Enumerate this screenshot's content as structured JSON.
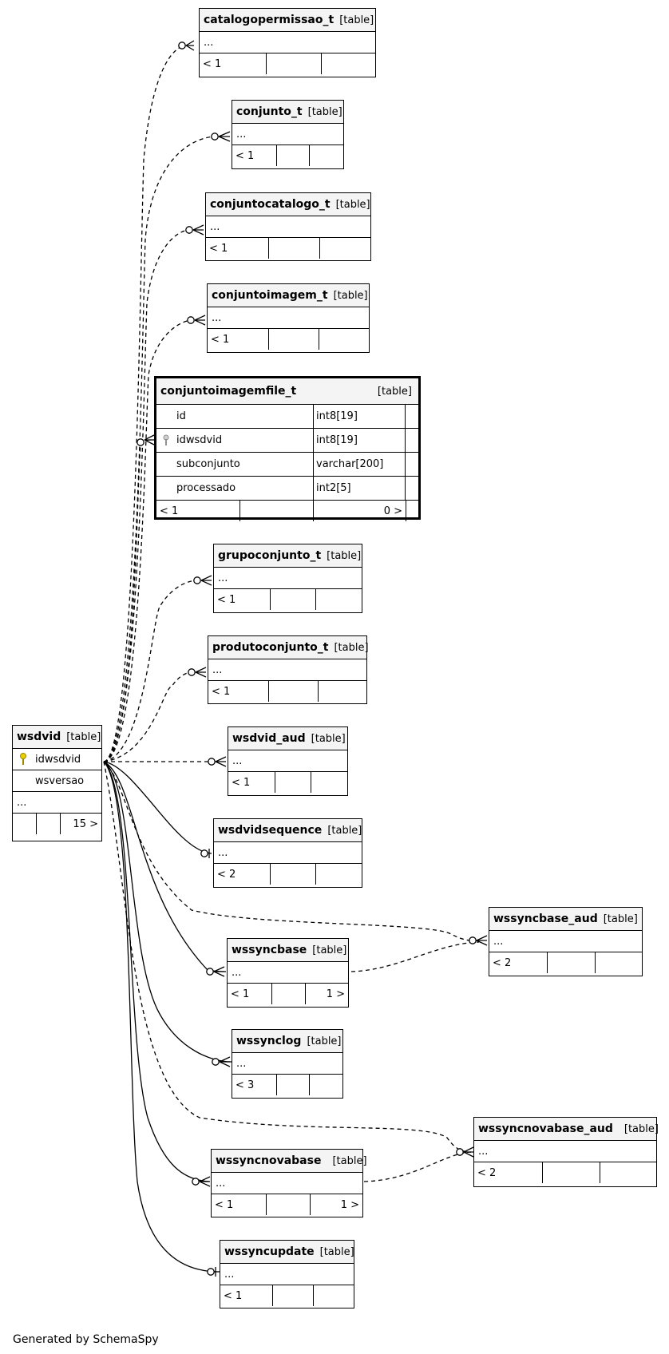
{
  "caption": "Generated by SchemaSpy",
  "kind_label": "[table]",
  "ellipsis": "...",
  "main_table": {
    "name": "wsdvid",
    "pk_column": "idwsdvid",
    "column": "wsversao",
    "more": "...",
    "children": "15 >"
  },
  "focus_table": {
    "name": "conjuntoimagemfile_t",
    "columns": [
      {
        "name": "id",
        "type": "int8[19]"
      },
      {
        "name": "idwsdvid",
        "type": "int8[19]"
      },
      {
        "name": "subconjunto",
        "type": "varchar[200]"
      },
      {
        "name": "processado",
        "type": "int2[5]"
      }
    ],
    "parents": "< 1",
    "children": "0 >"
  },
  "tables": [
    {
      "name": "catalogopermissao_t",
      "parents": "< 1",
      "children": ""
    },
    {
      "name": "conjunto_t",
      "parents": "< 1",
      "children": ""
    },
    {
      "name": "conjuntocatalogo_t",
      "parents": "< 1",
      "children": ""
    },
    {
      "name": "conjuntoimagem_t",
      "parents": "< 1",
      "children": ""
    },
    {
      "name": "grupoconjunto_t",
      "parents": "< 1",
      "children": ""
    },
    {
      "name": "produtoconjunto_t",
      "parents": "< 1",
      "children": ""
    },
    {
      "name": "wsdvid_aud",
      "parents": "< 1",
      "children": ""
    },
    {
      "name": "wsdvidsequence",
      "parents": "< 2",
      "children": ""
    },
    {
      "name": "wssyncbase_aud",
      "parents": "< 2",
      "children": ""
    },
    {
      "name": "wssyncbase",
      "parents": "< 1",
      "children": "1 >"
    },
    {
      "name": "wssynclog",
      "parents": "< 3",
      "children": ""
    },
    {
      "name": "wssyncnovabase_aud",
      "parents": "< 2",
      "children": ""
    },
    {
      "name": "wssyncnovabase",
      "parents": "< 1",
      "children": "1 >"
    },
    {
      "name": "wssyncupdate",
      "parents": "< 1",
      "children": ""
    }
  ]
}
